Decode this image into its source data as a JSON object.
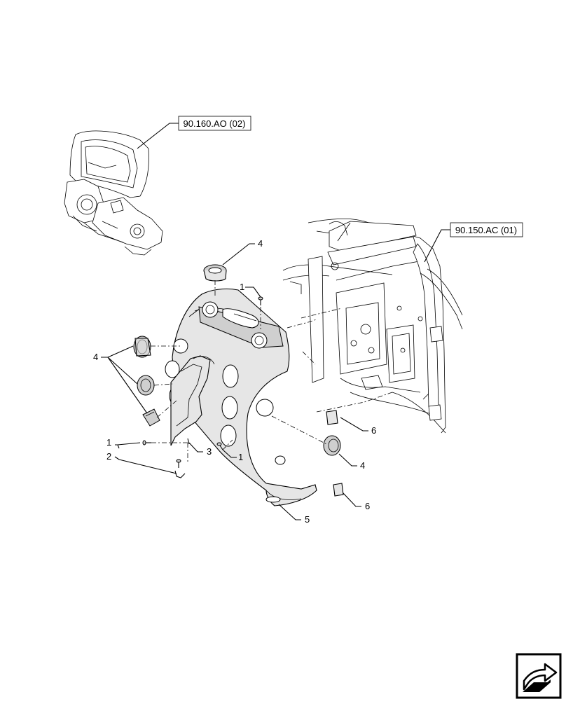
{
  "references": {
    "top_left": "90.160.AO (02)",
    "right": "90.150.AC (01)"
  },
  "callouts": {
    "c1a": "1",
    "c1b": "1",
    "c1c": "1",
    "c2": "2",
    "c3": "3",
    "c4a": "4",
    "c4b": "4",
    "c4c": "4",
    "c5": "5",
    "c6a": "6",
    "c6b": "6"
  },
  "nav_icon": "next-page-arrow-icon"
}
